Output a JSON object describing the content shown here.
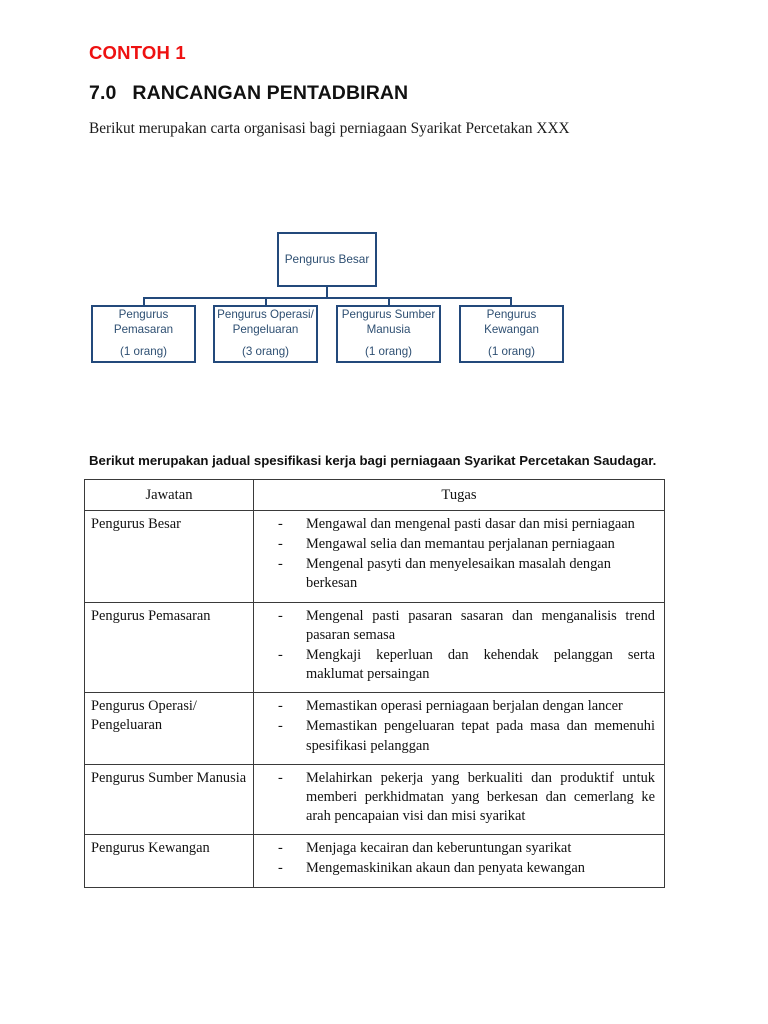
{
  "document": {
    "contoh_label": "CONTOH 1",
    "section_number": "7.0",
    "section_title": "RANCANGAN PENTADBIRAN",
    "intro_chart": "Berikut merupakan carta organisasi bagi perniagaan Syarikat Percetakan XXX",
    "intro_table": "Berikut merupakan jadual spesifikasi kerja bagi perniagaan Syarikat Percetakan Saudagar."
  },
  "colors": {
    "contoh_red": "#EE1111",
    "org_border": "#23497B",
    "org_text": "#2E4F72",
    "table_border": "#3A3A3A",
    "body_text": "#121212"
  },
  "org_chart": {
    "root": {
      "title": "Pengurus Besar",
      "count": ""
    },
    "children": [
      {
        "title": "Pengurus\nPemasaran",
        "title_line1": "Pengurus",
        "title_line2": "Pemasaran",
        "count": "(1 orang)"
      },
      {
        "title": "Pengurus Operasi/\nPengeluaran",
        "title_line1": "Pengurus Operasi/",
        "title_line2": "Pengeluaran",
        "count": "(3 orang)"
      },
      {
        "title": "Pengurus Sumber\nManusia",
        "title_line1": "Pengurus Sumber",
        "title_line2": "Manusia",
        "count": "(1 orang)"
      },
      {
        "title": "Pengurus\nKewangan",
        "title_line1": "Pengurus",
        "title_line2": "Kewangan",
        "count": "(1 orang)"
      }
    ]
  },
  "spec_table": {
    "headers": [
      "Jawatan",
      "Tugas"
    ],
    "bullet_marker": "-",
    "rows": [
      {
        "jawatan": "Pengurus Besar",
        "tugas": [
          "Mengawal dan mengenal pasti dasar dan misi perniagaan",
          "Mengawal selia dan memantau perjalanan perniagaan",
          "Mengenal pasyti dan menyelesaikan masalah dengan berkesan"
        ]
      },
      {
        "jawatan": "Pengurus Pemasaran",
        "tugas": [
          "Mengenal pasti pasaran sasaran dan menganalisis trend pasaran semasa",
          "Mengkaji keperluan dan kehendak pelanggan serta maklumat persaingan"
        ]
      },
      {
        "jawatan": "Pengurus Operasi/ Pengeluaran",
        "tugas": [
          "Memastikan operasi perniagaan berjalan dengan lancer",
          "Memastikan pengeluaran tepat pada masa dan memenuhi spesifikasi pelanggan"
        ]
      },
      {
        "jawatan": "Pengurus Sumber Manusia",
        "tugas": [
          "Melahirkan pekerja yang berkualiti dan produktif untuk memberi perkhidmatan yang berkesan dan cemerlang ke arah pencapaian visi dan misi syarikat"
        ]
      },
      {
        "jawatan": "Pengurus Kewangan",
        "tugas": [
          "Menjaga kecairan dan keberuntungan syarikat",
          "Mengemaskinikan akaun dan penyata kewangan"
        ]
      }
    ]
  }
}
